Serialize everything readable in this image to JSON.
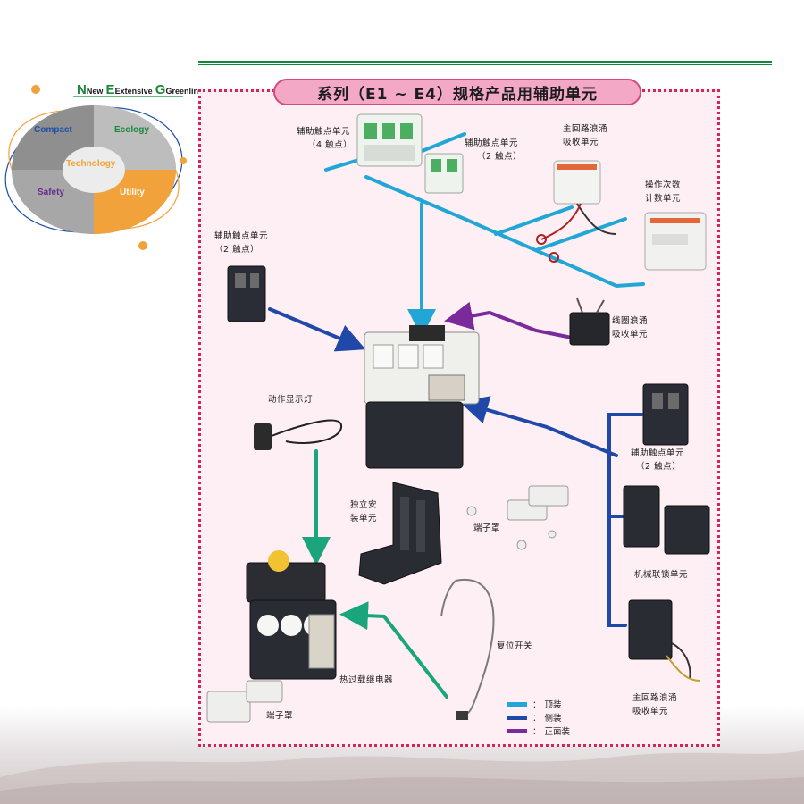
{
  "logo": {
    "tagline": [
      "New",
      "Extensive",
      "Greenline"
    ],
    "segments": {
      "compact": "Compact",
      "ecology": "Ecology",
      "technology": "Technology",
      "safety": "Safety",
      "utility": "Utility"
    },
    "colors": {
      "green": "#1a8a3a",
      "blue": "#1f4fa8",
      "orange": "#f2a23a",
      "purple": "#6b2c8f"
    }
  },
  "title": "系列（E1 ~ E4）规格产品用辅助单元",
  "labels": {
    "aux_4": [
      "辅助触点单元",
      "（4 触点）"
    ],
    "aux_2_top": [
      "辅助触点单元",
      "（2 触点）"
    ],
    "main_surge_top": [
      "主回路浪涌",
      "吸收单元"
    ],
    "op_counter": [
      "操作次数",
      "计数单元"
    ],
    "aux_2_left": [
      "辅助触点单元",
      "（2 触点）"
    ],
    "coil_surge": [
      "线圈浪涌",
      "吸收单元"
    ],
    "indicator_lamp": "动作显示灯",
    "aux_2_right": [
      "辅助触点单元",
      "（2 触点）"
    ],
    "independent_mount": [
      "独立安",
      "装单元"
    ],
    "terminal_cover_mid": "端子罩",
    "mech_interlock": "机械联锁单元",
    "reset_switch": "复位开关",
    "main_surge_bottom": [
      "主回路浪涌",
      "吸收单元"
    ],
    "thermal_relay": "热过载继电器",
    "terminal_cover_bottom": "端子罩"
  },
  "legend": [
    {
      "label": "顶装",
      "color": "#21a6d6"
    },
    {
      "label": "侧装",
      "color": "#2048a8"
    },
    {
      "label": "正面装",
      "color": "#7a2a9a"
    }
  ],
  "colors": {
    "top_mount": "#21a6d6",
    "side_mount": "#2048a8",
    "front_mount": "#7a2a9a",
    "relay_link": "#1aa57d",
    "panel_border": "#d9225b",
    "panel_bg": "#fdeff4",
    "title_bg": "#f3a9c6"
  }
}
